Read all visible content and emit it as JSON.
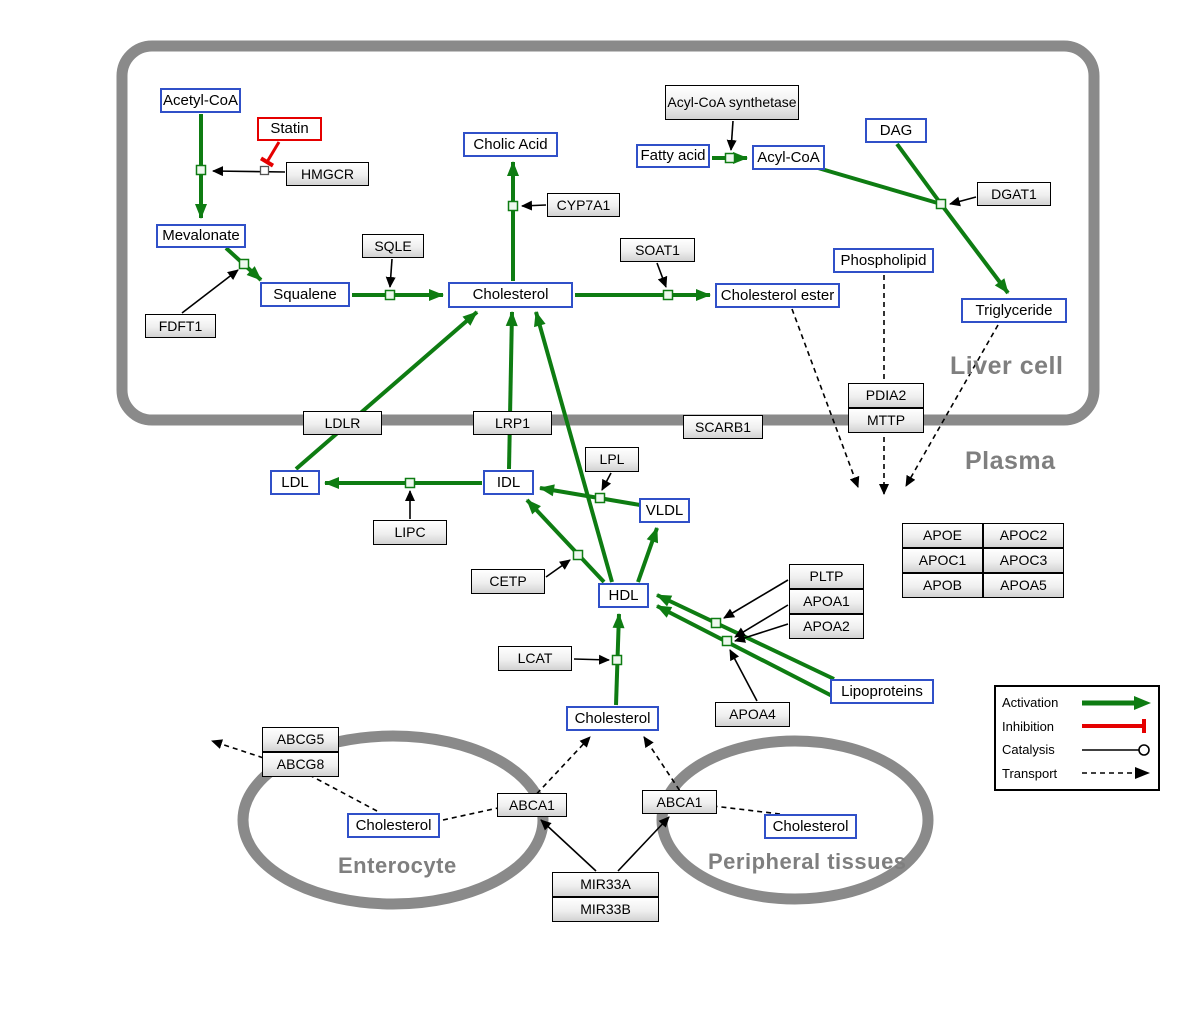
{
  "regions": {
    "liver": "Liver cell",
    "plasma": "Plasma",
    "enterocyte": "Enterocyte",
    "peripheral": "Peripheral tissues"
  },
  "nodes": {
    "acetyl_coa": "Acetyl-CoA",
    "statin": "Statin",
    "hmgcr": "HMGCR",
    "mevalonate": "Mevalonate",
    "fdft1": "FDFT1",
    "squalene": "Squalene",
    "sqle": "SQLE",
    "cholic_acid": "Cholic Acid",
    "cyp7a1": "CYP7A1",
    "cholesterol_liver": "Cholesterol",
    "soat1": "SOAT1",
    "cholesterol_ester": "Cholesterol ester",
    "acyl_coa_synthetase": "Acyl-CoA synthetase",
    "fatty_acid": "Fatty acid",
    "acyl_coa": "Acyl-CoA",
    "dag": "DAG",
    "dgat1": "DGAT1",
    "phospholipid": "Phospholipid",
    "triglyceride": "Triglyceride",
    "ldlr": "LDLR",
    "lrp1": "LRP1",
    "scarb1": "SCARB1",
    "pdia2": "PDIA2",
    "mttp": "MTTP",
    "ldl": "LDL",
    "idl": "IDL",
    "lpl": "LPL",
    "vldl": "VLDL",
    "lipc": "LIPC",
    "cetp": "CETP",
    "hdl": "HDL",
    "lcat": "LCAT",
    "pltp": "PLTP",
    "apoa1": "APOA1",
    "apoa2": "APOA2",
    "apoa4": "APOA4",
    "lipoproteins": "Lipoproteins",
    "apoe": "APOE",
    "apoc2": "APOC2",
    "apoc1": "APOC1",
    "apoc3": "APOC3",
    "apob": "APOB",
    "apoa5": "APOA5",
    "cholesterol_plasma": "Cholesterol",
    "abcg5": "ABCG5",
    "abcg8": "ABCG8",
    "cholesterol_enterocyte": "Cholesterol",
    "abca1_left": "ABCA1",
    "abca1_right": "ABCA1",
    "cholesterol_peripheral": "Cholesterol",
    "mir33a": "MIR33A",
    "mir33b": "MIR33B"
  },
  "legend": {
    "activation": "Activation",
    "inhibition": "Inhibition",
    "catalysis": "Catalysis",
    "transport": "Transport"
  },
  "colors": {
    "activation_green": "#0e7c12",
    "inhibition_red": "#e50000",
    "metabolite_border_blue": "#3050c8",
    "membrane_gray": "#8a8a8a",
    "label_gray": "#7f7f7f"
  },
  "edges": [
    "Acetyl-CoA -> Mevalonate (catalysis: HMGCR; inhibition: Statin)",
    "Mevalonate -> Squalene (catalysis: FDFT1)",
    "Squalene -> Cholesterol (catalysis: SQLE)",
    "Cholesterol -> Cholic Acid (catalysis: CYP7A1)",
    "Cholesterol -> Cholesterol ester (catalysis: SOAT1)",
    "Fatty acid -> Acyl-CoA (catalysis: Acyl-CoA synthetase)",
    "Acyl-CoA + DAG -> Triglyceride (catalysis: DGAT1)",
    "LDL -> Cholesterol [liver] (via LDLR)",
    "IDL -> Cholesterol [liver] (via LRP1)",
    "HDL -> Cholesterol [liver] (via SCARB1)",
    "IDL -> LDL (catalysis: LIPC)",
    "VLDL -> IDL (catalysis: LPL)",
    "HDL -> IDL (catalysis: CETP)",
    "HDL -> VLDL",
    "Lipoproteins -> HDL (catalysis: PLTP)",
    "Lipoproteins -> HDL (catalysis: APOA1, APOA2, APOA4)",
    "Cholesterol [plasma] -> HDL (catalysis: LCAT)",
    "Cholesterol ester -> plasma (transport, MTTP/PDIA2)",
    "Phospholipid -> plasma (transport, MTTP/PDIA2)",
    "Triglyceride -> plasma (transport, MTTP/PDIA2)",
    "Cholesterol [enterocyte] -> Cholesterol [plasma] (transport via ABCA1)",
    "Cholesterol [peripheral tissues] -> Cholesterol [plasma] (transport via ABCA1)",
    "Cholesterol [enterocyte] -> out (transport via ABCG5/ABCG8)",
    "MIR33A/MIR33B -> ABCA1 (both)"
  ]
}
